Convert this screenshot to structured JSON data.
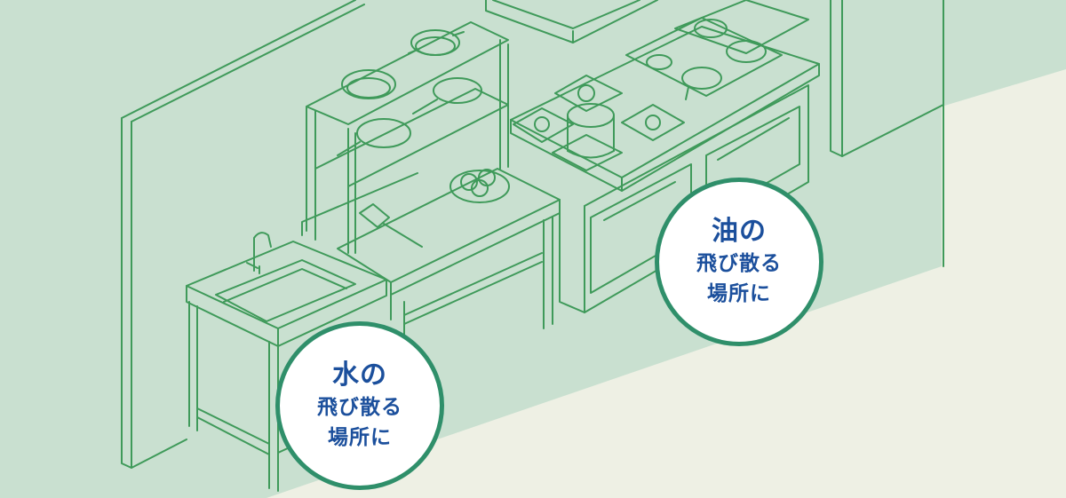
{
  "colors": {
    "background": "#c9e0d0",
    "line": "#3f9a5a",
    "floor_strip": "#eef0e4",
    "badge_text": "#1b4f9c",
    "badge_ring": "#2f8f6a"
  },
  "illustration": {
    "icons": [
      "sink-faucet-icon",
      "stove-burner-icon",
      "pot-icon",
      "frying-pan-icon",
      "spatula-icon",
      "vegetable-bowl-icon",
      "range-hood-icon"
    ]
  },
  "badges": {
    "oil": {
      "line1": "油の",
      "line2": "飛び散る",
      "line3": "場所に"
    },
    "water": {
      "line1": "水の",
      "line2": "飛び散る",
      "line3": "場所に"
    }
  }
}
